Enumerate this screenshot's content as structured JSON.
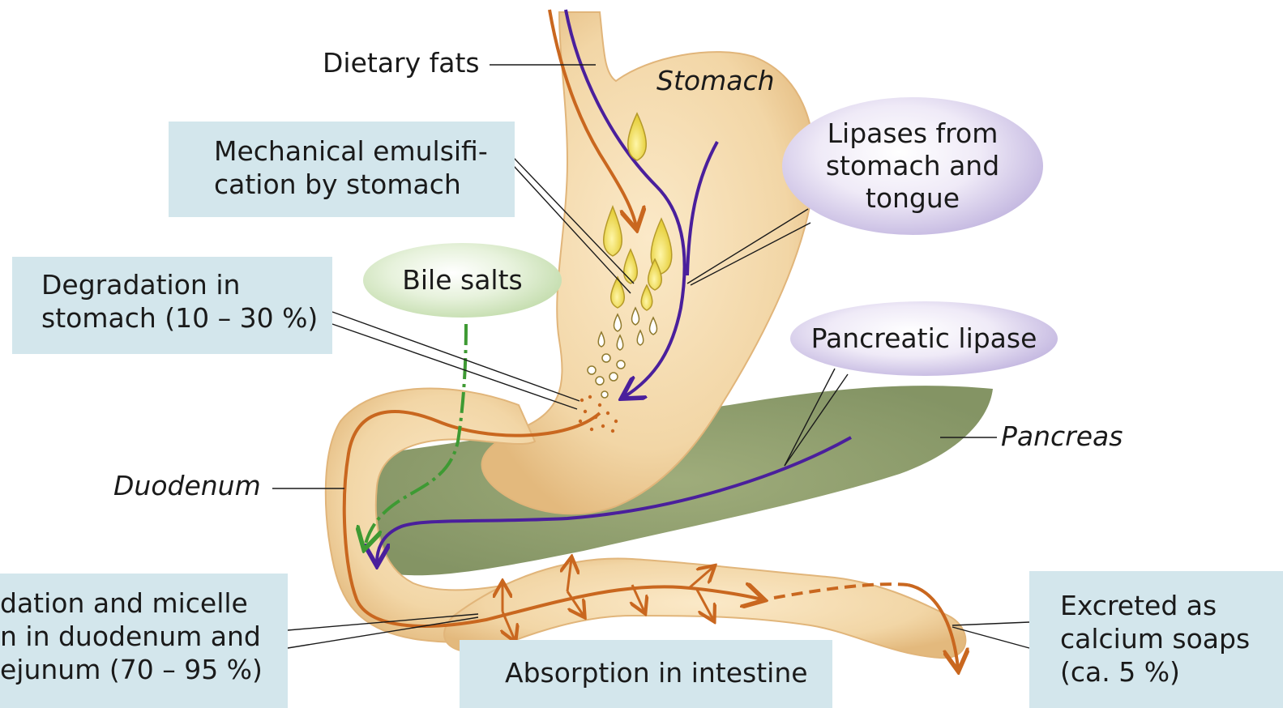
{
  "labels": {
    "dietary_fats": "Dietary fats",
    "stomach": "Stomach",
    "duodenum": "Duodenum",
    "pancreas": "Pancreas"
  },
  "boxes": {
    "mechanical_emulsification": [
      "Mechanical emulsifi-",
      "cation by stomach"
    ],
    "degradation_stomach": [
      "Degradation in",
      "stomach (10 – 30 %)"
    ],
    "degradation_duodenum": [
      "dation and micelle",
      "n in duodenum and",
      "ejunum (70 – 95 %)"
    ],
    "absorption": [
      "Absorption in intestine"
    ],
    "excreted": [
      "Excreted as",
      "calcium soaps",
      "(ca. 5 %)"
    ]
  },
  "ovals": {
    "lipases": [
      "Lipases from",
      "stomach and",
      "tongue"
    ],
    "bile_salts": [
      "Bile salts"
    ],
    "pancreatic_lipase": [
      "Pancreatic lipase"
    ]
  },
  "colors": {
    "fat_path": "#c9671f",
    "lipase_path": "#4a1f9c",
    "bile_path": "#3e9a33",
    "stomach_fill": "#f2d6a6",
    "pancreas_fill": "#8c9c6a",
    "box_fill": "#d3e6ec",
    "droplet_fill": "#f3e36a"
  }
}
